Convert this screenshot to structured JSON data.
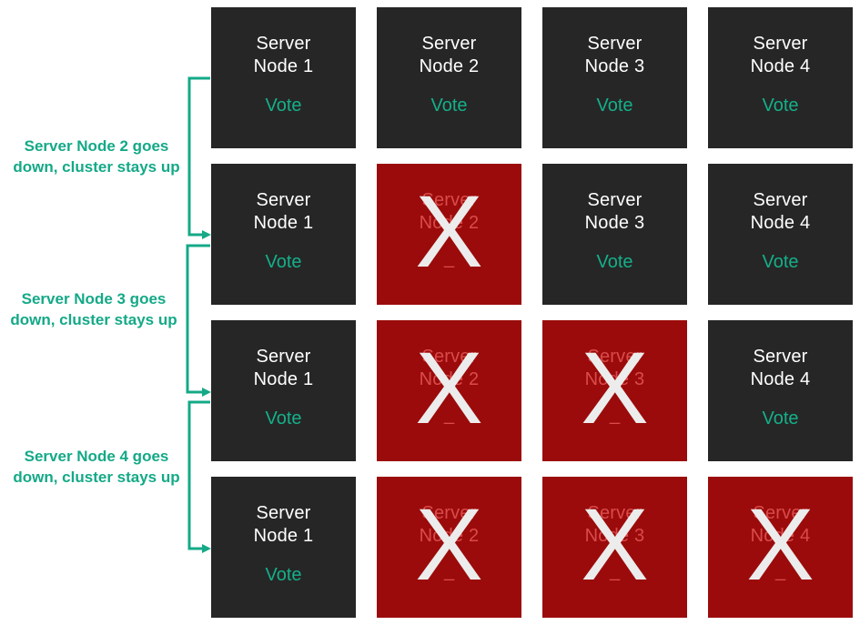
{
  "diagram": {
    "colors": {
      "node_up": "#262626",
      "node_down": "#9b0b0b",
      "vote": "#14b08a",
      "annotation": "#14a987",
      "node_text": "#ffffff",
      "failed_text": "#d94b4b",
      "x_mark": "#ececec"
    },
    "rows": [
      {
        "nodes": [
          {
            "line1": "Server",
            "line2": "Node 1",
            "vote": "Vote",
            "state": "up"
          },
          {
            "line1": "Server",
            "line2": "Node 2",
            "vote": "Vote",
            "state": "up"
          },
          {
            "line1": "Server",
            "line2": "Node 3",
            "vote": "Vote",
            "state": "up"
          },
          {
            "line1": "Server",
            "line2": "Node 4",
            "vote": "Vote",
            "state": "up"
          }
        ]
      },
      {
        "nodes": [
          {
            "line1": "Server",
            "line2": "Node 1",
            "vote": "Vote",
            "state": "up"
          },
          {
            "line1": "Server",
            "line2": "Node 2",
            "vote": "_",
            "state": "down",
            "mark": "X"
          },
          {
            "line1": "Server",
            "line2": "Node 3",
            "vote": "Vote",
            "state": "up"
          },
          {
            "line1": "Server",
            "line2": "Node 4",
            "vote": "Vote",
            "state": "up"
          }
        ]
      },
      {
        "nodes": [
          {
            "line1": "Server",
            "line2": "Node 1",
            "vote": "Vote",
            "state": "up"
          },
          {
            "line1": "Server",
            "line2": "Node 2",
            "vote": "_",
            "state": "down",
            "mark": "X"
          },
          {
            "line1": "Server",
            "line2": "Node 3",
            "vote": "_",
            "state": "down",
            "mark": "X"
          },
          {
            "line1": "Server",
            "line2": "Node 4",
            "vote": "Vote",
            "state": "up"
          }
        ]
      },
      {
        "nodes": [
          {
            "line1": "Server",
            "line2": "Node 1",
            "vote": "Vote",
            "state": "up"
          },
          {
            "line1": "Server",
            "line2": "Node 2",
            "vote": "_",
            "state": "down",
            "mark": "X"
          },
          {
            "line1": "Server",
            "line2": "Node 3",
            "vote": "_",
            "state": "down",
            "mark": "X"
          },
          {
            "line1": "Server",
            "line2": "Node 4",
            "vote": "_",
            "state": "down",
            "mark": "X"
          }
        ]
      }
    ],
    "annotations": [
      {
        "line1": "Server Node 2 goes",
        "line2": "down, cluster stays up"
      },
      {
        "line1": "Server Node 3 goes",
        "line2": "down, cluster stays up"
      },
      {
        "line1": "Server Node 4 goes",
        "line2": "down, cluster stays up"
      }
    ]
  }
}
